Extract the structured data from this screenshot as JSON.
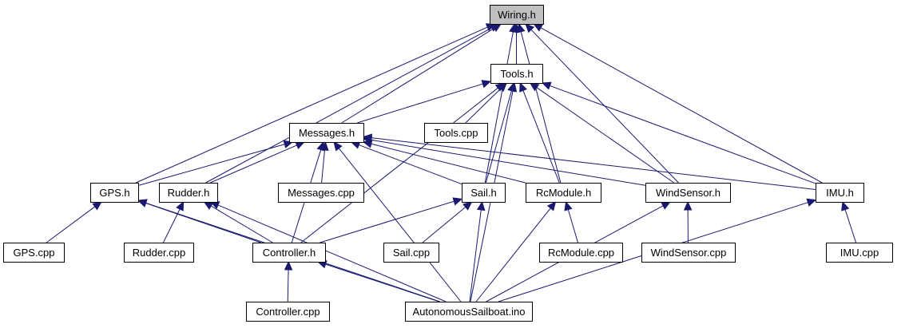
{
  "colors": {
    "edge": "#191970",
    "root_fill": "#bfbfbf",
    "node_fill": "#ffffff",
    "border": "#000000"
  },
  "nodes": [
    {
      "id": "wiring",
      "label": "Wiring.h",
      "root": true
    },
    {
      "id": "tools",
      "label": "Tools.h"
    },
    {
      "id": "messages",
      "label": "Messages.h"
    },
    {
      "id": "toolscpp",
      "label": "Tools.cpp"
    },
    {
      "id": "gps",
      "label": "GPS.h"
    },
    {
      "id": "rudder",
      "label": "Rudder.h"
    },
    {
      "id": "msgcpp",
      "label": "Messages.cpp"
    },
    {
      "id": "sail",
      "label": "Sail.h"
    },
    {
      "id": "rcmodule",
      "label": "RcModule.h"
    },
    {
      "id": "wind",
      "label": "WindSensor.h"
    },
    {
      "id": "imu",
      "label": "IMU.h"
    },
    {
      "id": "gpscpp",
      "label": "GPS.cpp"
    },
    {
      "id": "ruddercpp",
      "label": "Rudder.cpp"
    },
    {
      "id": "controller",
      "label": "Controller.h"
    },
    {
      "id": "sailcpp",
      "label": "Sail.cpp"
    },
    {
      "id": "rccpp",
      "label": "RcModule.cpp"
    },
    {
      "id": "windcpp",
      "label": "WindSensor.cpp"
    },
    {
      "id": "imucpp",
      "label": "IMU.cpp"
    },
    {
      "id": "ctrlcpp",
      "label": "Controller.cpp"
    },
    {
      "id": "ino",
      "label": "AutonomousSailboat.ino"
    }
  ],
  "edges": [
    [
      "tools",
      "wiring"
    ],
    [
      "messages",
      "wiring"
    ],
    [
      "gps",
      "wiring"
    ],
    [
      "rudder",
      "wiring"
    ],
    [
      "sail",
      "wiring"
    ],
    [
      "rcmodule",
      "wiring"
    ],
    [
      "wind",
      "wiring"
    ],
    [
      "imu",
      "wiring"
    ],
    [
      "messages",
      "tools"
    ],
    [
      "toolscpp",
      "tools"
    ],
    [
      "controller",
      "tools"
    ],
    [
      "sail",
      "tools"
    ],
    [
      "rcmodule",
      "tools"
    ],
    [
      "wind",
      "tools"
    ],
    [
      "imu",
      "tools"
    ],
    [
      "ino",
      "tools"
    ],
    [
      "gps",
      "messages"
    ],
    [
      "rudder",
      "messages"
    ],
    [
      "msgcpp",
      "messages"
    ],
    [
      "controller",
      "messages"
    ],
    [
      "sail",
      "messages"
    ],
    [
      "rcmodule",
      "messages"
    ],
    [
      "wind",
      "messages"
    ],
    [
      "imu",
      "messages"
    ],
    [
      "ino",
      "messages"
    ],
    [
      "gpscpp",
      "gps"
    ],
    [
      "controller",
      "gps"
    ],
    [
      "ino",
      "gps"
    ],
    [
      "ruddercpp",
      "rudder"
    ],
    [
      "controller",
      "rudder"
    ],
    [
      "ino",
      "rudder"
    ],
    [
      "controller",
      "sail"
    ],
    [
      "sailcpp",
      "sail"
    ],
    [
      "ino",
      "sail"
    ],
    [
      "rccpp",
      "rcmodule"
    ],
    [
      "ino",
      "rcmodule"
    ],
    [
      "windcpp",
      "wind"
    ],
    [
      "ino",
      "wind"
    ],
    [
      "imucpp",
      "imu"
    ],
    [
      "ino",
      "imu"
    ],
    [
      "ctrlcpp",
      "controller"
    ],
    [
      "ino",
      "controller"
    ]
  ]
}
